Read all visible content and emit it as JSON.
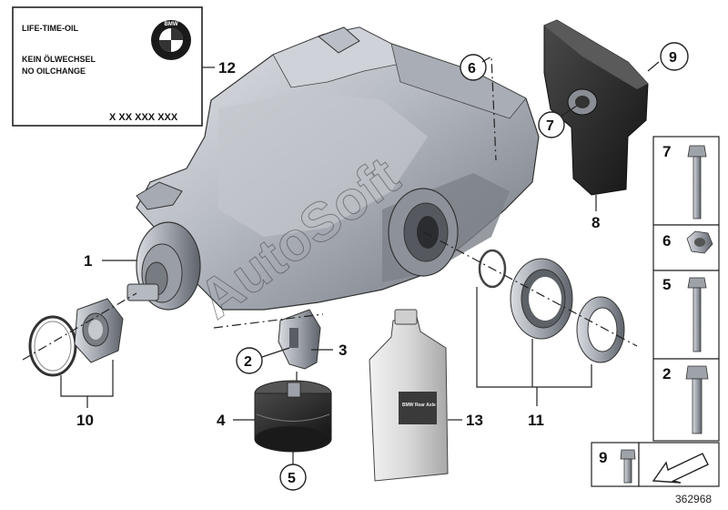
{
  "label_card": {
    "line1": "LIFE-TIME-OIL",
    "line2": "KEIN ÖLWECHSEL",
    "line3": "NO OILCHANGE",
    "code": "X XX XXX XXX",
    "logo": "BMW"
  },
  "watermark": "AutoSoft",
  "callouts": {
    "c1": "1",
    "c2": "2",
    "c3": "3",
    "c4": "4",
    "c5": "5",
    "c6": "6",
    "c7": "7",
    "c8": "8",
    "c9": "9",
    "c10": "10",
    "c11": "11",
    "c12": "12",
    "c13": "13"
  },
  "side_panel": {
    "bolt7": "7",
    "nut6": "6",
    "bolt5": "5",
    "bolt2": "2",
    "bolt9": "9"
  },
  "oil_bottle_label": "BMW Rear Axle",
  "diagram_number": "362968",
  "colors": {
    "line": "#222222",
    "metal": "#b8bcc4",
    "dark_part": "#2a2a2a"
  }
}
